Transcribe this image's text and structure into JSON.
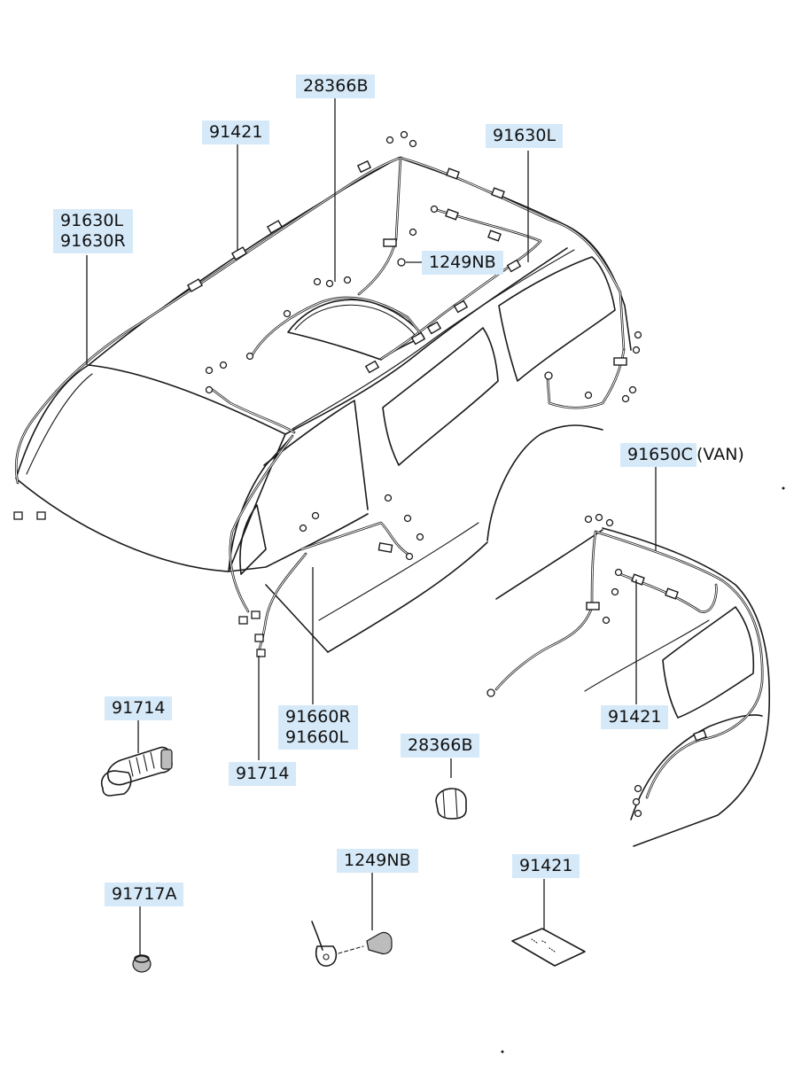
{
  "callouts": {
    "c1": "28366B",
    "c2": "91421",
    "c3": "91630L",
    "c4a": "91630L",
    "c4b": "91630R",
    "c5": "1249NB",
    "c6": "91650C",
    "c6_suffix": "(VAN)",
    "c7": "91421",
    "c8": "91714",
    "c9a": "91660R",
    "c9b": "91660L",
    "c10": "91714",
    "c11": "28366B",
    "c12": "1249NB",
    "c13": "91421",
    "c14": "91717A"
  }
}
